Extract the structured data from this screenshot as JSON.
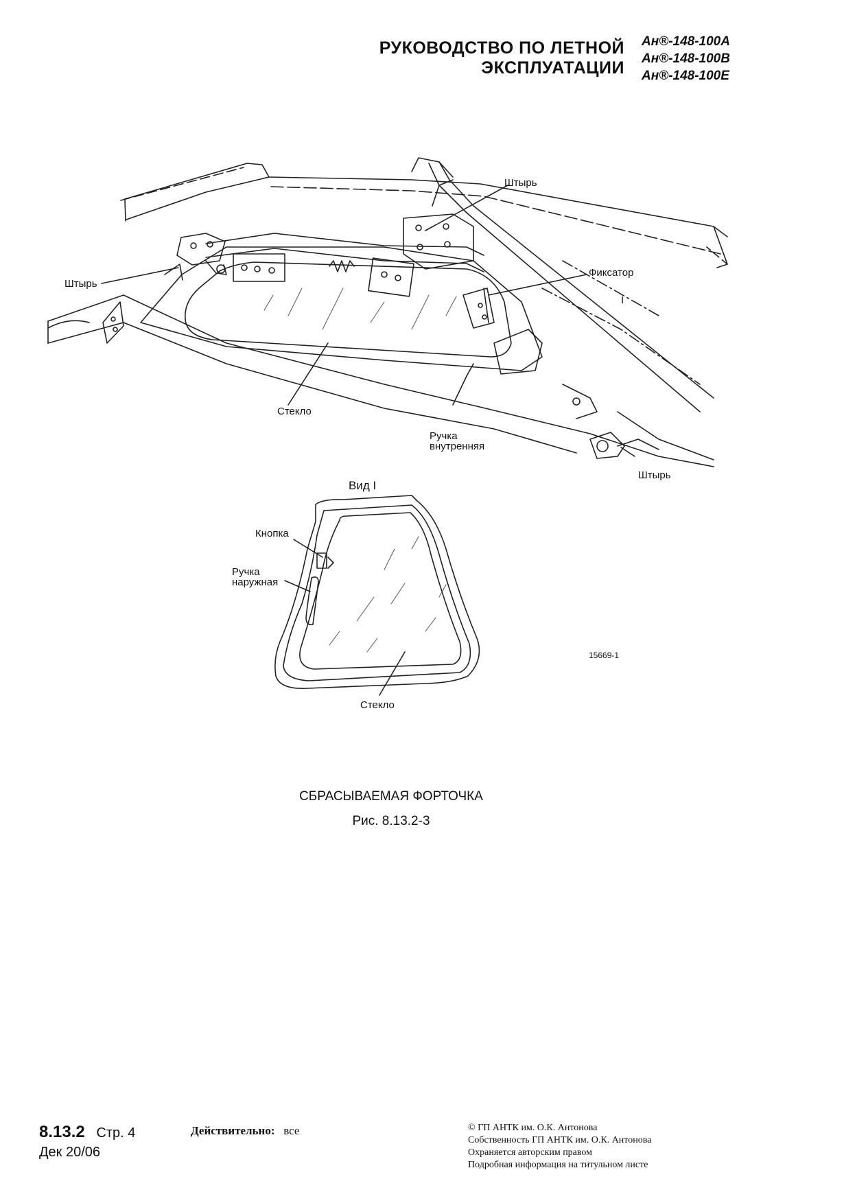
{
  "header": {
    "title_line1": "РУКОВОДСТВО ПО ЛЕТНОЙ",
    "title_line2": "ЭКСПЛУАТАЦИИ",
    "models": [
      "Ан®-148-100А",
      "Ан®-148-100В",
      "Ан®-148-100Е"
    ]
  },
  "figure_top": {
    "labels": {
      "pin_top": "Штырь",
      "pin_left": "Штырь",
      "latch": "Фиксатор",
      "view_marker": "I",
      "glass": "Стекло",
      "inner_handle_1": "Ручка",
      "inner_handle_2": "внутренняя",
      "pin_bottom": "Штырь"
    }
  },
  "figure_view": {
    "title": "Вид I",
    "labels": {
      "button": "Кнопка",
      "outer_handle_1": "Ручка",
      "outer_handle_2": "наружная",
      "glass": "Стекло",
      "drawing_number": "15669-1"
    }
  },
  "caption": {
    "title": "СБРАСЫВАЕМАЯ ФОРТОЧКА",
    "figure": "Рис. 8.13.2-3"
  },
  "footer": {
    "section": "8.13.2",
    "page": "Стр. 4",
    "date": "Дек 20/06",
    "valid_label": "Действительно:",
    "valid_value": "все",
    "copyright": [
      "© ГП АНТК им. О.К. Антонова",
      "Собственность ГП АНТК им. О.К. Антонова",
      "Охраняется авторским правом",
      "Подробная информация на титульном листе"
    ]
  }
}
